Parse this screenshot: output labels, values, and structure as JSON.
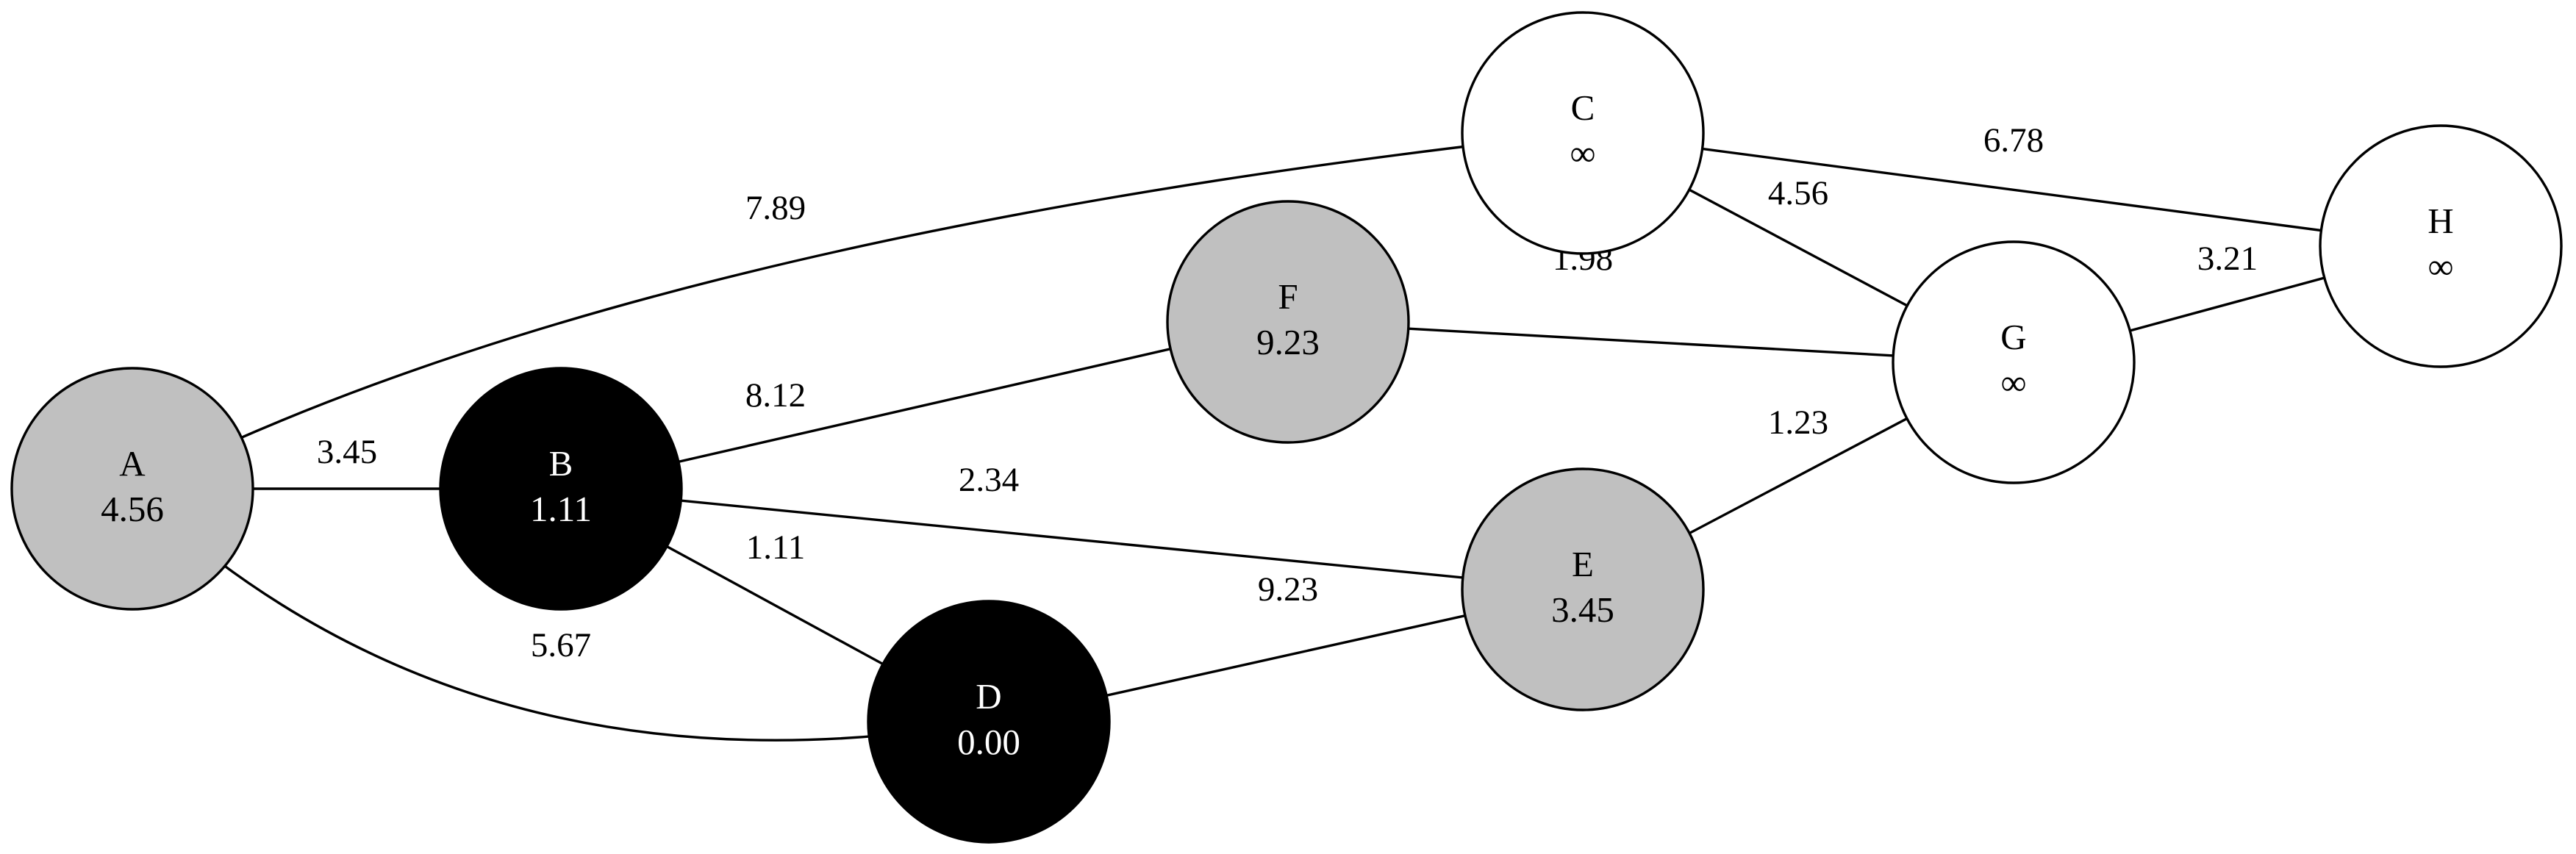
{
  "colors": {
    "visited": "#000000",
    "frontier": "#c0c0c0",
    "unvisited": "#ffffff",
    "text_on_dark": "#ffffff",
    "text_on_light": "#000000"
  },
  "nodes": [
    {
      "id": "A",
      "label": "A",
      "value": "4.56",
      "state": "frontier"
    },
    {
      "id": "B",
      "label": "B",
      "value": "1.11",
      "state": "visited"
    },
    {
      "id": "C",
      "label": "C",
      "value": "∞",
      "state": "unvisited"
    },
    {
      "id": "D",
      "label": "D",
      "value": "0.00",
      "state": "visited"
    },
    {
      "id": "E",
      "label": "E",
      "value": "3.45",
      "state": "frontier"
    },
    {
      "id": "F",
      "label": "F",
      "value": "9.23",
      "state": "frontier"
    },
    {
      "id": "G",
      "label": "G",
      "value": "∞",
      "state": "unvisited"
    },
    {
      "id": "H",
      "label": "H",
      "value": "∞",
      "state": "unvisited"
    }
  ],
  "edges": [
    {
      "from": "A",
      "to": "C",
      "weight": "7.89"
    },
    {
      "from": "A",
      "to": "B",
      "weight": "3.45"
    },
    {
      "from": "A",
      "to": "D",
      "weight": "5.67"
    },
    {
      "from": "B",
      "to": "F",
      "weight": "8.12"
    },
    {
      "from": "B",
      "to": "E",
      "weight": "2.34"
    },
    {
      "from": "B",
      "to": "D",
      "weight": "1.11"
    },
    {
      "from": "D",
      "to": "E",
      "weight": "9.23"
    },
    {
      "from": "F",
      "to": "G",
      "weight": "1.98"
    },
    {
      "from": "C",
      "to": "G",
      "weight": "4.56"
    },
    {
      "from": "C",
      "to": "H",
      "weight": "6.78"
    },
    {
      "from": "E",
      "to": "G",
      "weight": "1.23"
    },
    {
      "from": "G",
      "to": "H",
      "weight": "3.21"
    }
  ]
}
